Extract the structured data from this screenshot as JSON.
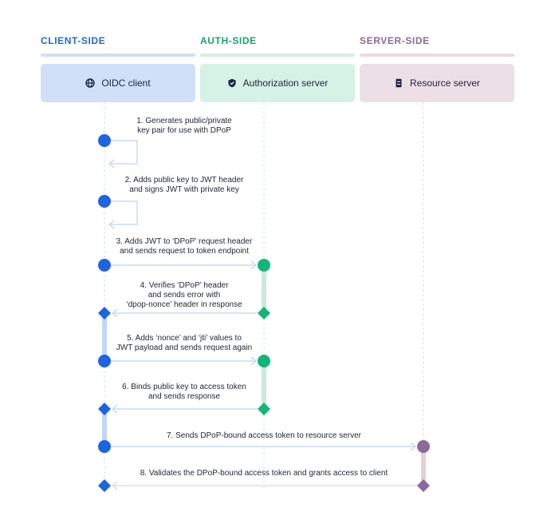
{
  "columns": [
    {
      "title": "CLIENT-SIDE",
      "label": "OIDC client",
      "icon": "globe-icon",
      "title_color": "#2467d6",
      "bar_color": "#cfdff7",
      "box_color": "#cfe0f8",
      "node_color": "#1c64e0"
    },
    {
      "title": "AUTH-SIDE",
      "label": "Authorization server",
      "icon": "shield-icon",
      "title_color": "#18a56d",
      "bar_color": "#d4efe2",
      "box_color": "#d6f1e5",
      "node_color": "#13b57a"
    },
    {
      "title": "SERVER-SIDE",
      "label": "Resource server",
      "icon": "server-icon",
      "title_color": "#8b6a99",
      "bar_color": "#eadbe3",
      "box_color": "#eddfe6",
      "node_color": "#8a6a9a"
    }
  ],
  "steps": [
    {
      "lines": [
        "1. Generates public/private",
        "key pair for use with DPoP"
      ],
      "from": "client",
      "to": "client",
      "type": "self"
    },
    {
      "lines": [
        "2. Adds public key to JWT header",
        "and signs JWT with private key"
      ],
      "from": "client",
      "to": "client",
      "type": "self"
    },
    {
      "lines": [
        "3. Adds JWT to ‘DPoP’ request header",
        "and sends request to token endpoint"
      ],
      "from": "client",
      "to": "auth",
      "type": "request"
    },
    {
      "lines": [
        "4. Verifies ‘DPoP’ header",
        "and sends error with",
        "‘dpop-nonce’ header in response"
      ],
      "from": "auth",
      "to": "client",
      "type": "response"
    },
    {
      "lines": [
        "5. Adds ‘nonce’ and ‘jti’ values to",
        "JWT payload and sends request again"
      ],
      "from": "client",
      "to": "auth",
      "type": "request"
    },
    {
      "lines": [
        "6. Binds public key to access token",
        "and sends response"
      ],
      "from": "auth",
      "to": "client",
      "type": "response"
    },
    {
      "lines": [
        "7. Sends DPoP-bound access token to resource server"
      ],
      "from": "client",
      "to": "resource",
      "type": "request"
    },
    {
      "lines": [
        "8. Validates the DPoP-bound access token and grants access to client"
      ],
      "from": "resource",
      "to": "client",
      "type": "response"
    }
  ]
}
